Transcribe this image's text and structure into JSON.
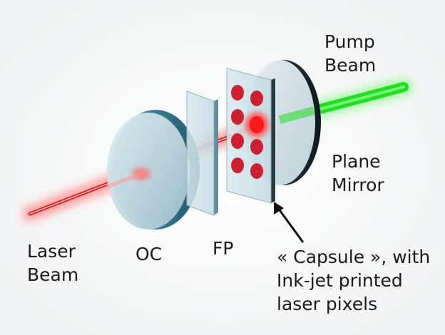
{
  "labels": {
    "pump_beam": [
      "Pump",
      "Beam"
    ],
    "plane_mirror": [
      "Plane",
      "Mirror"
    ],
    "laser_beam": [
      "Laser",
      "Beam"
    ],
    "oc": "OC",
    "fp": "FP",
    "capsule": [
      "« Capsule », with",
      "Ink-jet printed",
      "laser pixels"
    ]
  },
  "colors": {
    "laser_red": "#e01818",
    "pump_green": "#22dd22",
    "glass": "#cfe3ea",
    "glass_edge": "#2f6f86",
    "mirror_back": "#1c2a33",
    "pixel_red": "#cc2030"
  }
}
